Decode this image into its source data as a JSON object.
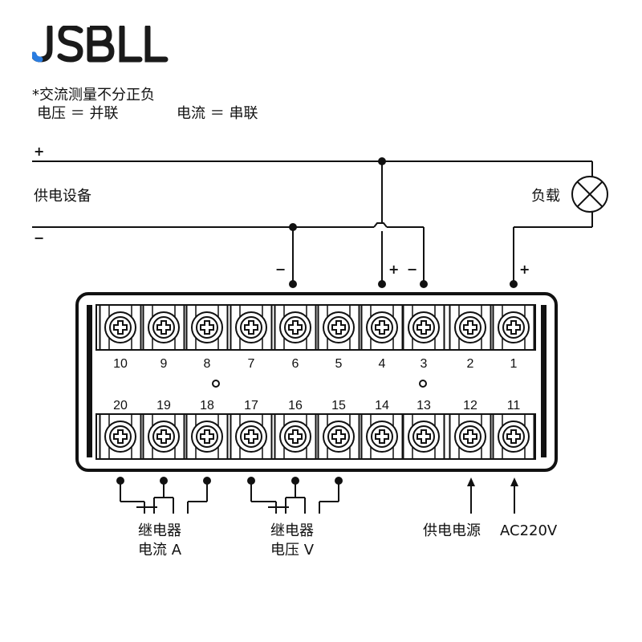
{
  "brand": {
    "logo_text": "JSBLL",
    "accent_color": "#2a7de1",
    "text_color": "#1a1a1a"
  },
  "notes": {
    "line1": "*交流测量不分正负",
    "voltage": "电压 ＝ 并联",
    "current": "电流 ＝ 串联"
  },
  "supply": {
    "plus": "+",
    "minus": "−",
    "label": "供电设备"
  },
  "load": {
    "label": "负载"
  },
  "polarity": {
    "t6": "−",
    "t4": "+",
    "t3": "−",
    "t1": "+"
  },
  "terminals": {
    "top": [
      "10",
      "9",
      "8",
      "7",
      "6",
      "5",
      "4",
      "3",
      "2",
      "1"
    ],
    "bottom": [
      "20",
      "19",
      "18",
      "17",
      "16",
      "15",
      "14",
      "13",
      "12",
      "11"
    ]
  },
  "relay_current": {
    "line1": "继电器",
    "line2": "电流 A"
  },
  "relay_voltage": {
    "line1": "继电器",
    "line2": "电压 V"
  },
  "power": {
    "label": "供电电源",
    "spec": "AC220V"
  }
}
